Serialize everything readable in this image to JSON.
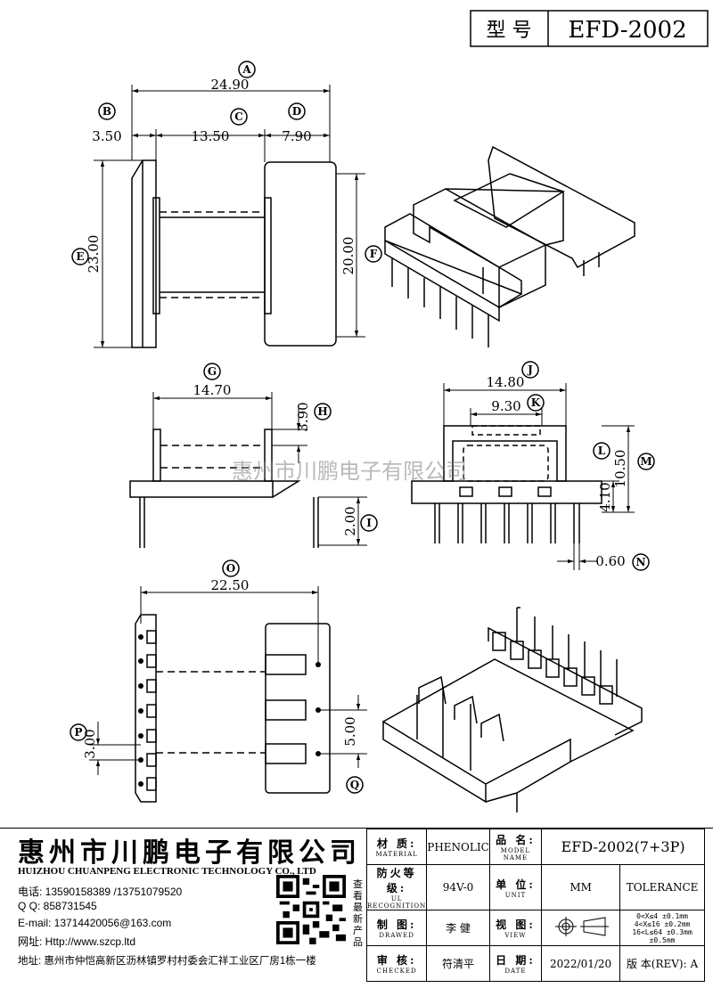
{
  "header": {
    "model_label": "型 号",
    "model_value": "EFD-2002"
  },
  "dimensions": {
    "A": "24.90",
    "B": "3.50",
    "C": "13.50",
    "D": "7.90",
    "E": "23.00",
    "F": "20.00",
    "G": "14.70",
    "H": "3.90",
    "I": "2.00",
    "J": "14.80",
    "K": "9.30",
    "L": "4.10",
    "M": "10.50",
    "N": "0.60",
    "O": "22.50",
    "P": "3.00",
    "Q": "5.00"
  },
  "markers": [
    "A",
    "B",
    "C",
    "D",
    "E",
    "F",
    "G",
    "H",
    "I",
    "J",
    "K",
    "L",
    "M",
    "N",
    "O",
    "P",
    "Q"
  ],
  "watermark": "惠州市川鹏电子有限公司",
  "company": {
    "cn_name": "惠州市川鹏电子有限公司",
    "en_name": "HUIZHOU CHUANPENG ELECTRONIC TECHNOLOGY CO., LTD",
    "phone": "电话: 13590158389 /13751079520",
    "qq": "Q Q:  858731545",
    "email": "E-mail: 13714420056@163.com",
    "web": "网址: Http://www.szcp.ltd",
    "address": "地址: 惠州市仲恺高新区沥林镇罗村村委会汇祥工业区厂房1栋一楼",
    "qr_caption": "查看最新产品"
  },
  "title_block": {
    "material_cn": "材 质:",
    "material_en": "MATERIAL",
    "material_value": "PHENOLIC",
    "part_cn": "品 名:",
    "part_en": "MODEL NAME",
    "part_value": "EFD-2002(7+3P)",
    "flame_cn": "防火等级:",
    "flame_en": "UL RECOGNITION",
    "flame_value": "94V-0",
    "unit_cn": "单 位:",
    "unit_en": "UNIT",
    "unit_value": "MM",
    "tolerance_label": "TOLERANCE",
    "drawn_cn": "制 图:",
    "drawn_en": "DRAWED",
    "drawn_value": "李 健",
    "view_cn": "视 图:",
    "view_en": "VIEW",
    "tolerance_rows": [
      "0<X≤4    ±0.1mm",
      "4<X≤16   ±0.2mm",
      "16<L≤64  ±0.3mm",
      "           ±0.5mm"
    ],
    "checked_cn": "审 核:",
    "checked_en": "CHECKED",
    "checked_value": "符清平",
    "date_cn": "日 期:",
    "date_en": "DATE",
    "date_value": "2022/01/20",
    "rev_label": "版 本(REV): A"
  }
}
